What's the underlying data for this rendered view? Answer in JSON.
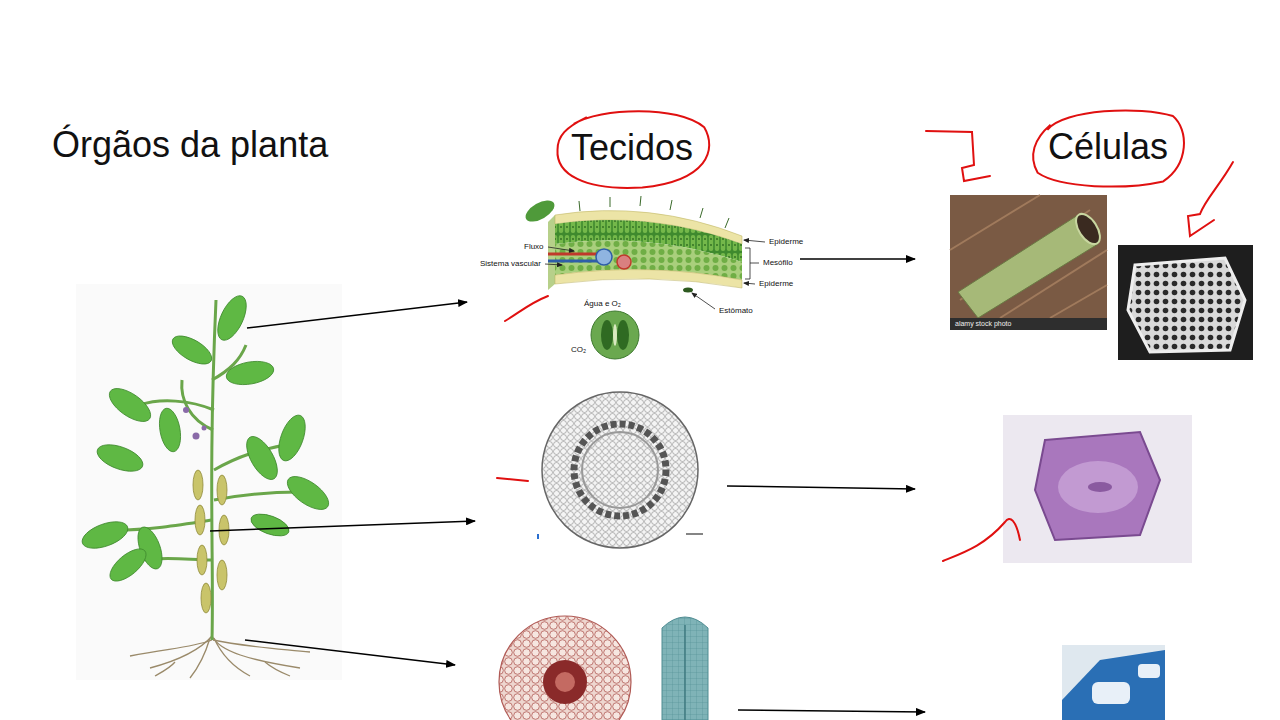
{
  "diagram": {
    "title": "Órgãos da planta",
    "nodes": [
      {
        "text": [
          "Tecidos"
        ]
      },
      {
        "text": [
          "Células"
        ]
      }
    ],
    "labels": [
      "Fluxo",
      "Sistema vascular",
      "Epiderme",
      "Mesófilo",
      "Epiderme",
      "Água e O₂",
      "Estômato",
      "CO₂",
      "alamy stock photo"
    ]
  }
}
